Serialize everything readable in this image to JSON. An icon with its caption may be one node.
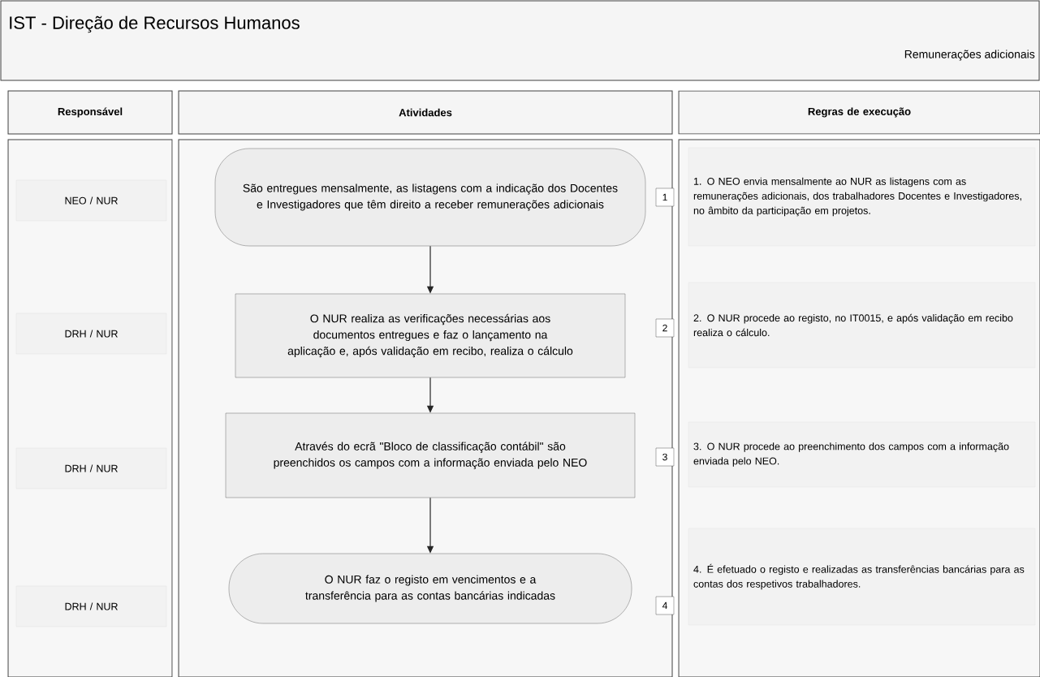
{
  "diagram": {
    "nodes": [
      {
        "text": [
          "IST - Direção de Recursos Humanos",
          "Remunerações adicionais"
        ]
      },
      {
        "text": [
          "Responsável"
        ]
      },
      {
        "text": [
          "Atividades"
        ]
      },
      {
        "text": [
          "Regras de execução"
        ]
      },
      {
        "text": [],
        "shape": "box"
      },
      {
        "text": [],
        "shape": "box"
      },
      {
        "text": [],
        "shape": "box"
      },
      {
        "text": [
          "NEO / NUR"
        ],
        "in": 4
      },
      {
        "text": [
          "DRH / NUR"
        ],
        "in": 4
      },
      {
        "text": [
          "DRH / NUR"
        ],
        "in": 4
      },
      {
        "text": [
          "DRH / NUR"
        ],
        "in": 4
      },
      {
        "text": [
          "São entregues mensalmente, as listagens com a indicação dos Docentes e Investigadores que têm direito a receber remunerações adicionais"
        ],
        "in": 5
      },
      {
        "text": [
          "O NUR realiza as verificações necessárias aos documentos entregues e faz o lançamento na aplicação e, após validação em recibo, realiza o cálculo"
        ],
        "in": 5
      },
      {
        "text": [
          "Através do ecrã \"Bloco de classificação contábil\" são preenchidos os campos com a informação enviada pelo NEO"
        ],
        "in": 5
      },
      {
        "text": [
          "O NUR faz o registo em vencimentos e a transferência para as contas bancárias indicadas"
        ],
        "in": 5
      },
      {
        "text": [
          "1"
        ],
        "in": 5
      },
      {
        "text": [
          "2"
        ],
        "in": 5
      },
      {
        "text": [
          "3"
        ],
        "in": 5
      },
      {
        "text": [
          "4"
        ],
        "in": 5
      },
      {
        "text": [
          "1.  O NEO envia mensalmente ao NUR as listagens com as remunerações adicionais, dos trabalhadores Docentes e Investigadores,  no âmbito da participação em projetos."
        ],
        "in": 6
      },
      {
        "text": [
          "2. O NUR procede ao registo, no IT0015,  e após validação em recibo realiza o cálculo."
        ],
        "in": 6
      },
      {
        "text": [
          "3. O NUR procede ao preenchimento dos campos com a informação enviada pelo NEO."
        ],
        "in": 6
      },
      {
        "text": [
          "4. É efetuado o registo e realizadas as transferências bancárias para as contas dos respetivos trabalhadores."
        ],
        "in": 6
      }
    ],
    "edges": [
      {
        "from": 11,
        "to": 12,
        "arrow": "to"
      },
      {
        "from": 12,
        "to": 13,
        "arrow": "to"
      },
      {
        "from": 13,
        "to": 14,
        "arrow": "to"
      }
    ]
  }
}
